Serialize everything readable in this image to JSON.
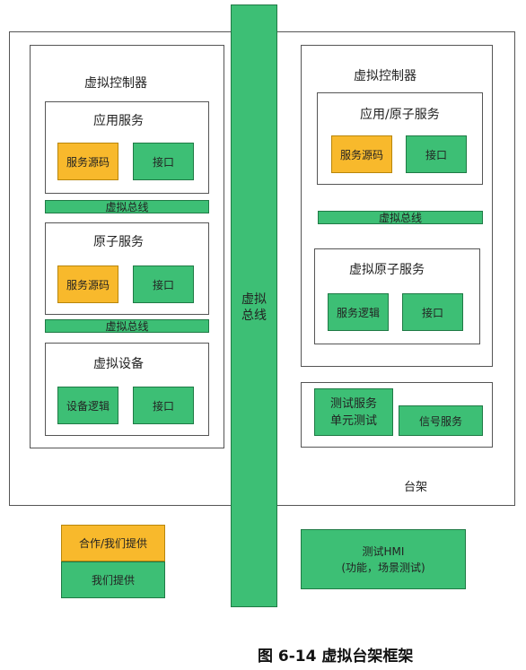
{
  "left_controller": {
    "title": "虚拟控制器",
    "app_service": {
      "title": "应用服务",
      "source_code": "服务源码",
      "interface": "接口"
    },
    "bus1": "虚拟总线",
    "atomic_service": {
      "title": "原子服务",
      "source_code": "服务源码",
      "interface": "接口"
    },
    "bus2": "虚拟总线",
    "virtual_device": {
      "title": "虚拟设备",
      "device_logic": "设备逻辑",
      "interface": "接口"
    }
  },
  "center_bus": {
    "label_line1": "虚拟",
    "label_line2": "总线"
  },
  "right_controller": {
    "title": "虚拟控制器",
    "app_atomic_service": {
      "title": "应用/原子服务",
      "source_code": "服务源码",
      "interface": "接口"
    },
    "bus": "虚拟总线",
    "virtual_atomic_service": {
      "title": "虚拟原子服务",
      "service_logic": "服务逻辑",
      "interface": "接口"
    }
  },
  "test_box": {
    "unit_test_line1": "测试服务",
    "unit_test_line2": "单元测试",
    "signal_service": "信号服务"
  },
  "rack_label": "台架",
  "legend": {
    "cooperate": "合作/我们提供",
    "ours": "我们提供"
  },
  "hmi": {
    "line1": "测试HMI",
    "line2": "(功能，场景测试)"
  },
  "caption": "图 6-14 虚拟台架框架",
  "colors": {
    "green": "#3dbf75",
    "orange": "#f8b92c"
  }
}
